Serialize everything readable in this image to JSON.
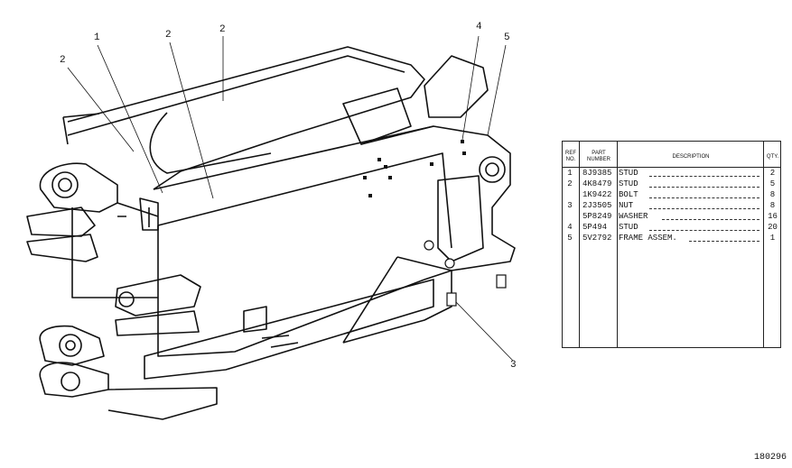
{
  "drawing": {
    "callouts": [
      "2",
      "1",
      "2",
      "2",
      "4",
      "5",
      "3"
    ]
  },
  "parts_table": {
    "headers": {
      "ref_no": "REF NO.",
      "part_number": "PART NUMBER",
      "description": "DESCRIPTION",
      "qty": "QTY."
    },
    "rows": [
      {
        "ref": "1",
        "part": "8J9385",
        "desc": "STUD",
        "qty": "2"
      },
      {
        "ref": "2",
        "part": "4K8479",
        "desc": "STUD",
        "qty": "5"
      },
      {
        "ref": "",
        "part": "1K9422",
        "desc": "BOLT",
        "qty": "8"
      },
      {
        "ref": "3",
        "part": "2J3505",
        "desc": "NUT",
        "qty": "8"
      },
      {
        "ref": "",
        "part": "5P8249",
        "desc": "WASHER",
        "qty": "16"
      },
      {
        "ref": "4",
        "part": "5P494",
        "desc": "STUD",
        "qty": "20"
      },
      {
        "ref": "5",
        "part": "5V2792",
        "desc": "FRAME ASSEM.",
        "qty": "1"
      }
    ]
  },
  "drawing_number": "180296"
}
